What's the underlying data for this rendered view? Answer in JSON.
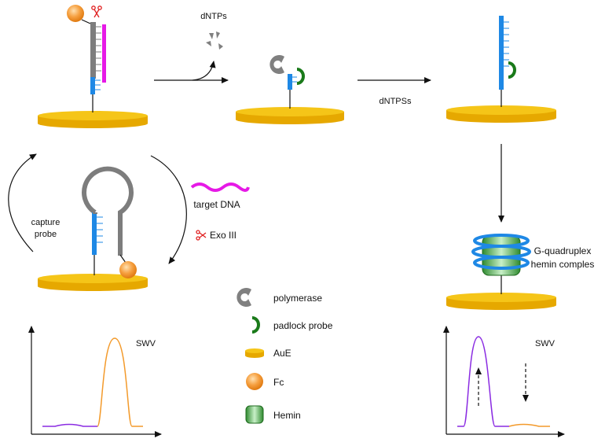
{
  "labels": {
    "dntps_top": "dNTPs",
    "dntpss": "dNTPSs",
    "target_dna": "target DNA",
    "exo_iii": "Exo III",
    "capture_probe_line1": "capture",
    "capture_probe_line2": "probe",
    "gq_line1": "G-quadruplex",
    "gq_line2": "hemin comples",
    "swv_left": "SWV",
    "swv_right": "SWV"
  },
  "legend": [
    {
      "icon": "polymerase-icon",
      "label": "polymerase"
    },
    {
      "icon": "padlock-probe-icon",
      "label": "padlock probe"
    },
    {
      "icon": "aue-electrode-icon",
      "label": "AuE"
    },
    {
      "icon": "fc-ferrocene-icon",
      "label": "Fc"
    },
    {
      "icon": "hemin-icon",
      "label": "Hemin"
    }
  ],
  "colors": {
    "electrode": "#f5c518",
    "electrode_dark": "#e6a800",
    "dna_blue": "#1e88e5",
    "probe_gray": "#7d7d7d",
    "target_magenta": "#e619e6",
    "padlock_green": "#1a7a1a",
    "hemin_green": "#3a9a3a",
    "fc_orange": "#f39a2b",
    "swv_purple": "#8a2be2",
    "swv_orange": "#f39a2b",
    "scissors_red": "#e02020"
  }
}
